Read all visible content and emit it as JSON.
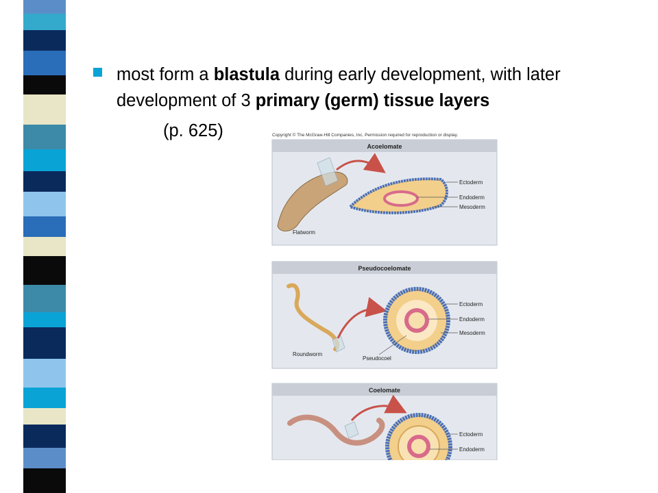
{
  "slide": {
    "bullet": {
      "t1": "most form a ",
      "b1": "blastula",
      "t2": " during early development, with later development of 3 ",
      "b2": "primary (germ) tissue layers"
    },
    "page_ref": "(p. 625)"
  },
  "figure": {
    "copyright": "Copyright © The McGraw-Hill Companies, Inc. Permission required for reproduction or display.",
    "panels": [
      {
        "title": "Acoelomate",
        "organism": "Flatworm",
        "labels": [
          "Ectoderm",
          "Endoderm",
          "Mesoderm"
        ]
      },
      {
        "title": "Pseudocoelomate",
        "organism": "Roundworm",
        "cavity": "Pseudocoel",
        "labels": [
          "Ectoderm",
          "Endoderm",
          "Mesoderm"
        ]
      },
      {
        "title": "Coelomate",
        "labels": [
          "Ectoderm",
          "Endoderm"
        ]
      }
    ]
  },
  "colors": {
    "bullet": "#0aa3d6",
    "panel_header": "#c9ced6",
    "panel_body": "#e4e8ee",
    "ectoderm": "#4a6fb5",
    "mesoderm": "#f3cf8c",
    "endoderm": "#d86a8a",
    "arrow": "#c8524a"
  }
}
